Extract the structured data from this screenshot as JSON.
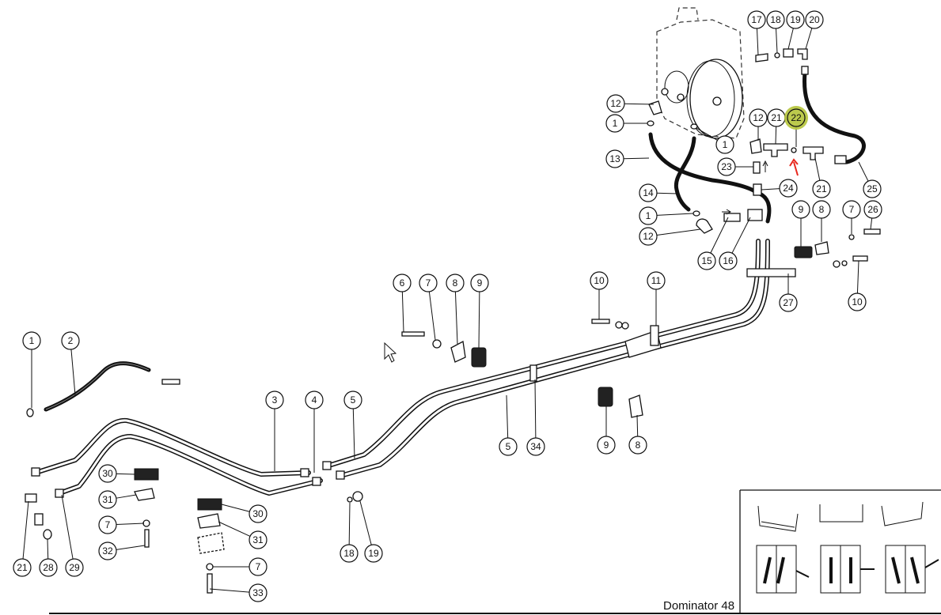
{
  "title": "Dominator 48",
  "highlight_color": "#b5c43a",
  "arrow_color": "#e8281e",
  "callouts": [
    "17",
    "18",
    "19",
    "20",
    "12",
    "1",
    "1",
    "13",
    "14",
    "1",
    "12",
    "15",
    "16",
    "12",
    "21",
    "22",
    "23",
    "24",
    "21",
    "25",
    "9",
    "8",
    "7",
    "26",
    "27",
    "10",
    "10",
    "11",
    "6",
    "7",
    "8",
    "9",
    "1",
    "2",
    "3",
    "4",
    "5",
    "5",
    "34",
    "9",
    "8",
    "30",
    "31",
    "7",
    "32",
    "30",
    "31",
    "7",
    "33",
    "18",
    "19",
    "21",
    "28",
    "29"
  ],
  "highlighted_callout": "22",
  "inset": {
    "description_icons": [
      "toe-out-clamp",
      "level-clamp",
      "toe-in-clamp"
    ]
  }
}
